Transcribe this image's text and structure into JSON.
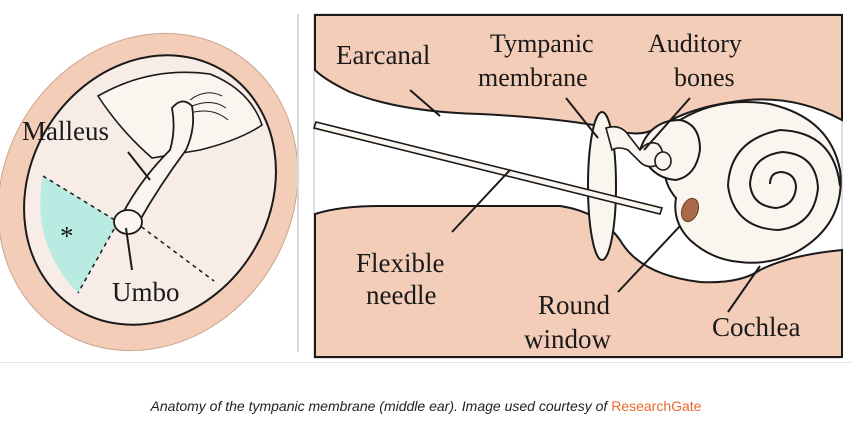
{
  "figure": {
    "left_panel": {
      "labels": {
        "malleus": "Malleus",
        "umbo": "Umbo",
        "asterisk": "*"
      }
    },
    "right_panel": {
      "labels": {
        "earcanal": "Earcanal",
        "tympanic_line1": "Tympanic",
        "tympanic_line2": "membrane",
        "auditory_line1": "Auditory",
        "auditory_line2": "bones",
        "flexible_line1": "Flexible",
        "flexible_line2": "needle",
        "round_line1": "Round",
        "round_line2": "window",
        "cochlea": "Cochlea"
      }
    },
    "colors": {
      "skin": "#f3cdb8",
      "membrane": "#f7eee8",
      "highlight": "#b9ebe3",
      "ink": "#1a1a1a",
      "round_window": "#a86a48"
    }
  },
  "caption": {
    "text": "Anatomy of the tympanic membrane (middle ear). Image used courtesy of ",
    "link": "ResearchGate"
  }
}
